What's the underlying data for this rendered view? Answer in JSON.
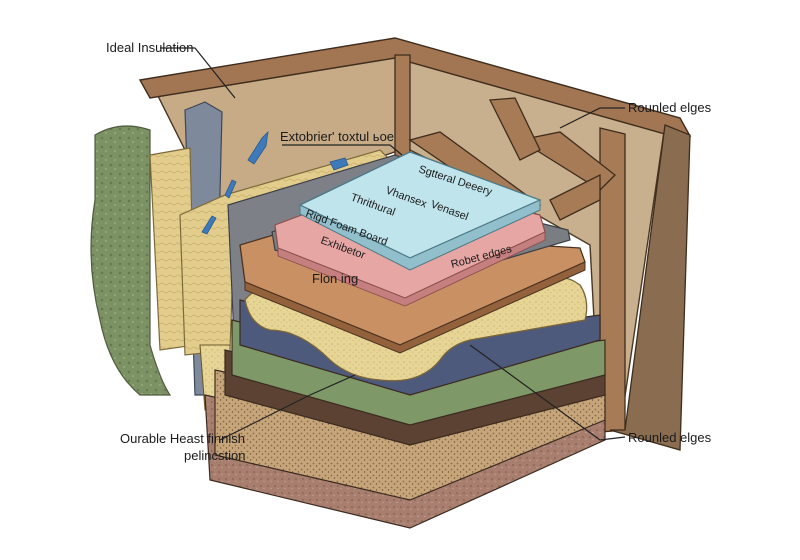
{
  "labels": {
    "ideal_insulation": "Ideal Insulation",
    "rounded_edges_top": "Rounled elges",
    "rounded_edges_bottom": "Rounled elges",
    "exterior_textile": "Extobrier' toxtul ьoe",
    "sgtheral_deeery": "Sgtteral Deeery",
    "vhansex": "Vhansex",
    "venasel": "Venasel",
    "thrithural": "Thrithural",
    "rigid_foam_board": "Rigd Foam Board",
    "exhibetor": "Exhibetor",
    "robet_edges": "Robet edges",
    "flooring": "Flon ing",
    "durable_heat_finish": "Ourable Heast finnish",
    "pelincstion": "pelincstion"
  },
  "colors": {
    "wall_brown": "#8a6a4a",
    "timber": "#a67b55",
    "plaster": "#c9ad88",
    "moss": "#7f9566",
    "cyan_board": "#bfe6ee",
    "pink_foam": "#e8a7a6",
    "grey_membrane": "#7b7d80",
    "floor_board": "#c98f62",
    "wool_yellow": "#e6d291",
    "navy": "#4f5a78",
    "green_layer": "#7b9366",
    "brown_stripe": "#5a4030",
    "gravel": "#b59265",
    "soil": "#a97f72",
    "arrow_blue": "#3d79b8"
  }
}
